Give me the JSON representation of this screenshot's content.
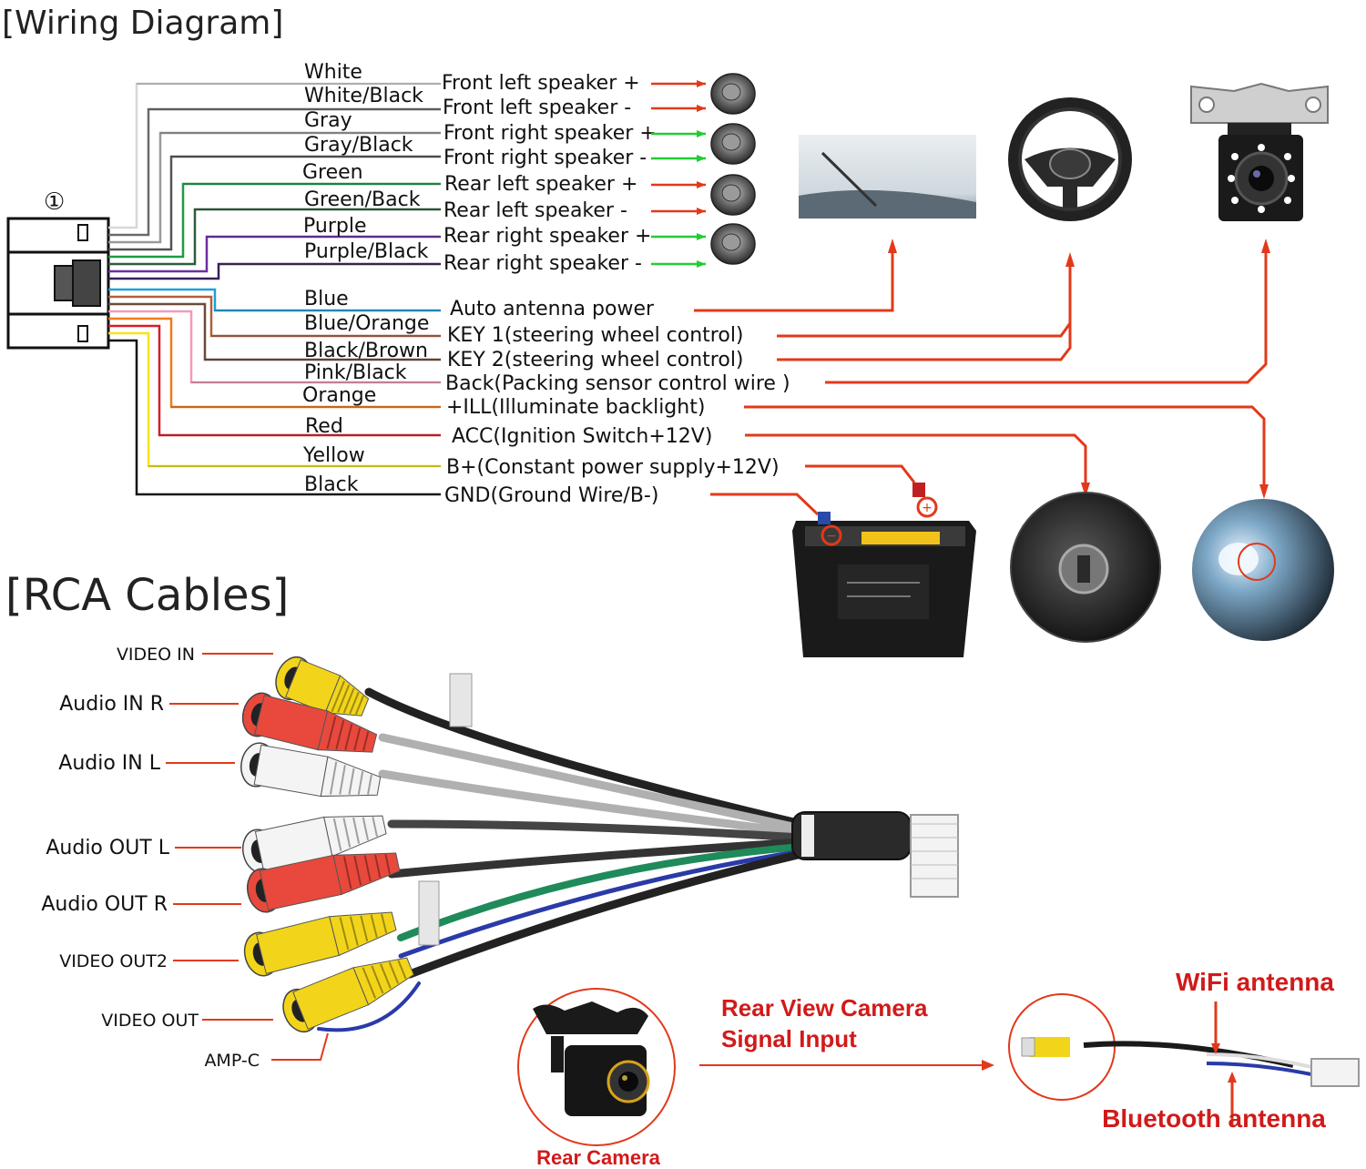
{
  "wiring": {
    "title": "[Wiring Diagram]",
    "connector_number": "①",
    "wires": [
      {
        "color_name": "White",
        "function": "Front left speaker +",
        "color": "#d8d8d8",
        "lead": "#e2391a",
        "icon": "speaker-icon"
      },
      {
        "color_name": "White/Black",
        "function": "Front left speaker -",
        "color": "#6a6a6a",
        "lead": "#e2391a",
        "icon": "speaker-icon"
      },
      {
        "color_name": "Gray",
        "function": "Front right speaker +",
        "color": "#9a9a9a",
        "lead": "#22cc33",
        "icon": "speaker-icon"
      },
      {
        "color_name": "Gray/Black",
        "function": "Front right speaker -",
        "color": "#555555",
        "lead": "#22cc33",
        "icon": "speaker-icon"
      },
      {
        "color_name": "Green",
        "function": "Rear left speaker +",
        "color": "#1e9b45",
        "lead": "#e2391a",
        "icon": "speaker-icon"
      },
      {
        "color_name": "Green/Back",
        "function": "Rear left speaker -",
        "color": "#2c5e3a",
        "lead": "#e2391a",
        "icon": "speaker-icon"
      },
      {
        "color_name": "Purple",
        "function": "Rear right speaker +",
        "color": "#6b2fa0",
        "lead": "#22cc33",
        "icon": "speaker-icon"
      },
      {
        "color_name": "Purple/Black",
        "function": "Rear right speaker -",
        "color": "#3b1e57",
        "lead": "#22cc33",
        "icon": "speaker-icon"
      },
      {
        "color_name": "Blue",
        "function": "Auto antenna power",
        "color": "#1e9fe0"
      },
      {
        "color_name": "Blue/Orange",
        "function": "KEY 1(steering wheel control)",
        "color": "#b0603a"
      },
      {
        "color_name": "Black/Brown",
        "function": "KEY 2(steering wheel control)",
        "color": "#6b4a3a"
      },
      {
        "color_name": "Pink/Black",
        "function": "Back(Packing sensor control wire )",
        "color": "#f39ab8"
      },
      {
        "color_name": "Orange",
        "function": "+ILL(Illuminate backlight)",
        "color": "#f07a1a"
      },
      {
        "color_name": "Red",
        "function": "ACC(Ignition Switch+12V)",
        "color": "#d41e2a"
      },
      {
        "color_name": "Yellow",
        "function": "B+(Constant power supply+12V)",
        "color": "#f5e41a"
      },
      {
        "color_name": "Black",
        "function": "GND(Ground Wire/B-)",
        "color": "#111111"
      }
    ],
    "devices": {
      "antenna": "antenna-photo",
      "steering_wheel": "steering-wheel-photo",
      "reverse_camera": "rear-camera-photo",
      "battery": "car-battery-photo",
      "ignition": "ignition-switch-photo",
      "headlight": "headlight-photo"
    },
    "accent_color": "#e2391a"
  },
  "rca": {
    "title": "[RCA Cables]",
    "ports": [
      {
        "label": "VIDEO IN",
        "plug_color": "#f2d51a"
      },
      {
        "label": "Audio IN R",
        "plug_color": "#e8493c"
      },
      {
        "label": "Audio IN L",
        "plug_color": "#f4f4f4"
      },
      {
        "label": "Audio OUT L",
        "plug_color": "#f4f4f4"
      },
      {
        "label": "Audio OUT R",
        "plug_color": "#e8493c"
      },
      {
        "label": "VIDEO OUT2",
        "plug_color": "#f2d51a"
      },
      {
        "label": "VIDEO OUT",
        "plug_color": "#f2d51a"
      },
      {
        "label": "AMP-C",
        "plug_color": "#2a3aa8"
      }
    ],
    "camera_label": "Rear Camera",
    "signal_label_line1": "Rear View Camera",
    "signal_label_line2": "Signal Input",
    "wifi_label": "WiFi antenna",
    "bluetooth_label": "Bluetooth antenna",
    "label_color": "#d11a1a"
  }
}
